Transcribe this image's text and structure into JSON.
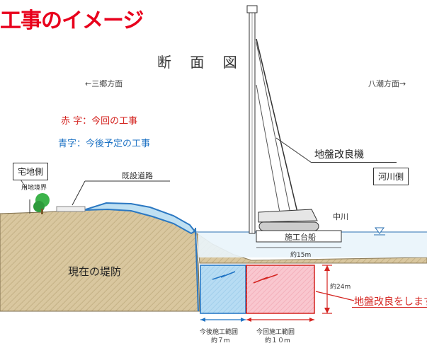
{
  "title": "工事のイメージ",
  "heading": "断 面 図",
  "direction_left": "←三郷方面",
  "direction_right": "八潮方面→",
  "legend": {
    "red_label": "赤 字：今回の工事",
    "blue_label": "青字：今後予定の工事"
  },
  "labels": {
    "residential_side": "宅地側",
    "river_side": "河川側",
    "boundary": "用地境界",
    "existing_road": "既設道路",
    "machine": "地盤改良機",
    "river": "中川",
    "barge": "施工台船",
    "barge_width": "約15m",
    "embankment": "現在の堤防",
    "depth": "約24m",
    "improve_note": "地盤改良をします",
    "future_range": "今後施工範囲",
    "future_width": "約７m",
    "current_range": "今回施工範囲",
    "current_width": "約１０m"
  },
  "colors": {
    "title": "#e8001c",
    "current_work": "#d4231f",
    "future_work": "#1f73c4",
    "current_fill": "#f9c7cf",
    "future_fill": "#b7dcf3",
    "soil": "#d9c79f",
    "water": "#2a6fb0"
  }
}
